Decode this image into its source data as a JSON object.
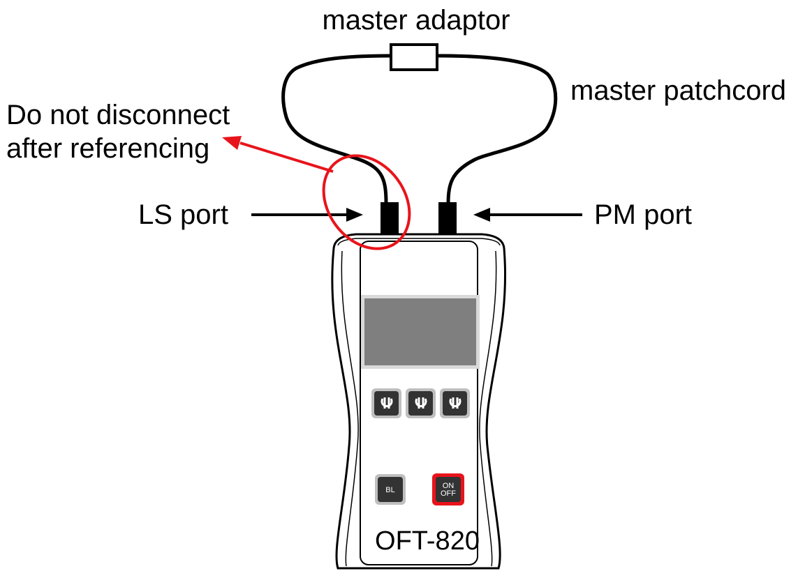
{
  "labels": {
    "master_adaptor": "master adaptor",
    "master_patchcord": "master patchcord",
    "warning_line1": "Do not disconnect",
    "warning_line2": "after referencing",
    "ls_port": "LS port",
    "pm_port": "PM port",
    "model": "OFT-820"
  },
  "buttons": {
    "backlight": "BL",
    "power_line1": "ON",
    "power_line2": "OFF",
    "function_icons": [
      "power-symbol-icon",
      "power-symbol-icon",
      "power-symbol-icon"
    ]
  },
  "colors": {
    "highlight_red": "#e8141b",
    "display_gray": "#7f7f7f",
    "button_dark": "#333333"
  }
}
